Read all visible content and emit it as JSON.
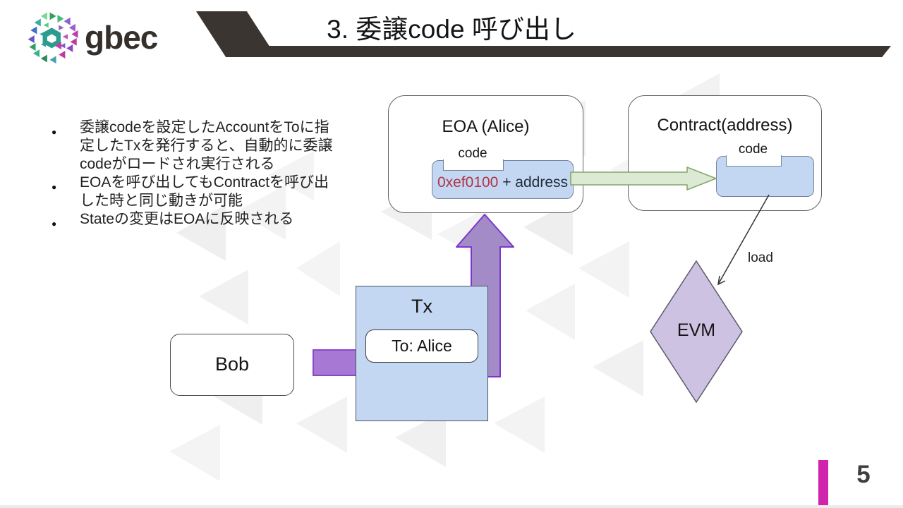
{
  "header": {
    "brand": "gbec",
    "title": "3. 委譲code 呼び出し"
  },
  "bullets": {
    "items": [
      "委譲codeを設定したAccountをToに指定したTxを発行すると、自動的に委譲codeがロードされ実行される",
      "EOAを呼び出してもContractを呼び出した時と同じ動きが可能",
      "Stateの変更はEOAに反映される"
    ]
  },
  "diagram": {
    "eoa": {
      "title": "EOA (Alice)",
      "code_label": "code",
      "code_value_prefix": "0xef0100",
      "code_value_suffix": " + address"
    },
    "contract": {
      "title": "Contract(address)",
      "code_label": "code"
    },
    "tx": {
      "title": "Tx",
      "to_value": "To: Alice"
    },
    "bob": {
      "label": "Bob"
    },
    "evm": {
      "label": "EVM"
    },
    "load_label": "load"
  },
  "footer": {
    "page_number": "5"
  },
  "colors": {
    "banner_dark": "#3a3531",
    "box_blue": "#c3d7f2",
    "arrow_green_fill": "#dcead3",
    "arrow_green_stroke": "#85a76b",
    "arrow_purple_fill": "#a28bc7",
    "arrow_purple_stroke": "#7d36c9",
    "evm_fill": "#cec2e2",
    "code_prefix_red": "#b13345",
    "accent_magenta": "#d023ae"
  }
}
